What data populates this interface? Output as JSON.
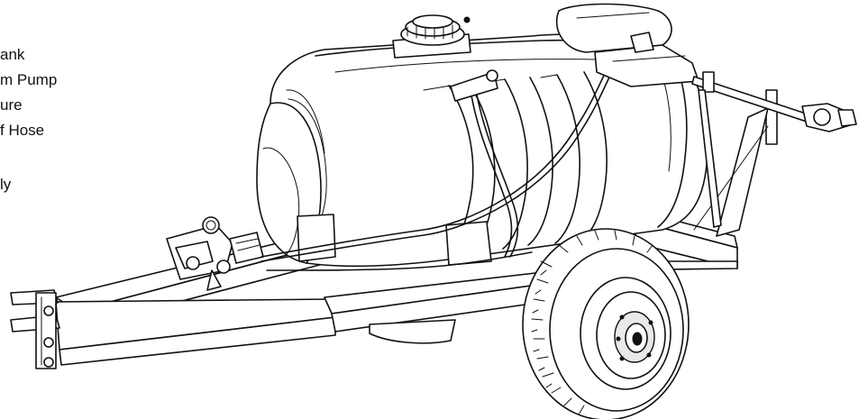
{
  "labels": [
    {
      "text": "ank"
    },
    {
      "text": "m Pump"
    },
    {
      "text": "ure"
    },
    {
      "text": "f Hose"
    },
    {
      "text": ""
    },
    {
      "text": "ly"
    }
  ]
}
